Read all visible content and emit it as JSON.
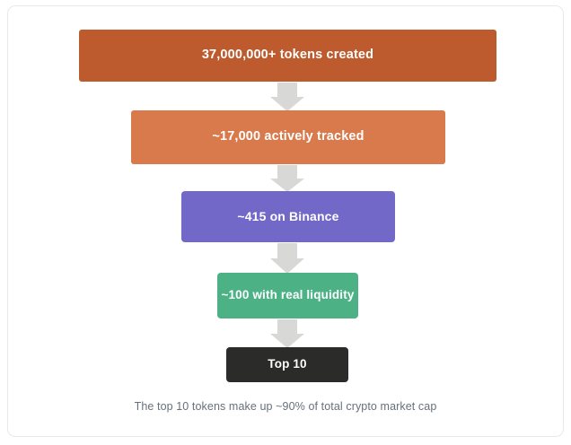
{
  "card": {
    "background_color": "#ffffff",
    "border_color": "#e9e9e9"
  },
  "diagram": {
    "type": "funnel",
    "title": "",
    "arrow_icon": "arrow-down-icon",
    "arrow_color": "#d8d8d6",
    "stages": [
      {
        "label": "37,000,000+ tokens created",
        "color": "#bd5b2e",
        "text_color": "#ffffff",
        "value": 37000000,
        "value_text": "37,000,000+",
        "stage_name": "tokens created"
      },
      {
        "label": "~17,000 actively tracked",
        "color": "#d97a4c",
        "text_color": "#ffffff",
        "value": 17000,
        "value_text": "~17,000",
        "stage_name": "actively tracked"
      },
      {
        "label": "~415 on Binance",
        "color": "#7268c8",
        "text_color": "#ffffff",
        "value": 415,
        "value_text": "~415",
        "stage_name": "on Binance"
      },
      {
        "label": "~100 with real liquidity",
        "color": "#4cb286",
        "text_color": "#ffffff",
        "value": 100,
        "value_text": "~100",
        "stage_name": "with real liquidity"
      },
      {
        "label": "Top 10",
        "color": "#2b2b29",
        "text_color": "#ffffff",
        "value": 10,
        "value_text": "Top 10",
        "stage_name": "Top 10"
      }
    ]
  },
  "caption": {
    "text": "The top 10 tokens make up ~90% of total crypto market cap",
    "color": "#66707c"
  }
}
